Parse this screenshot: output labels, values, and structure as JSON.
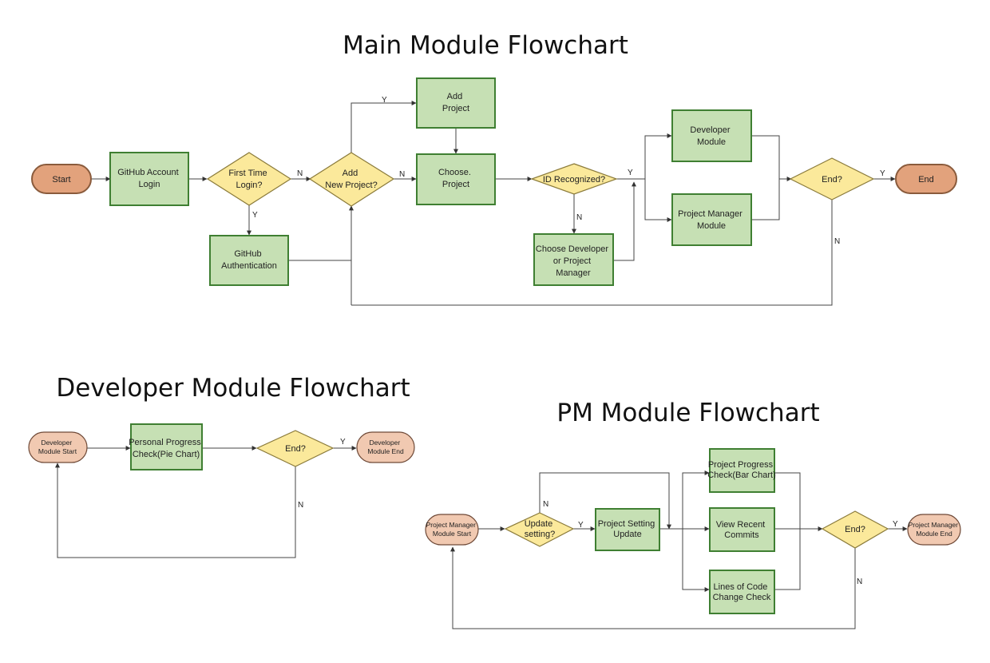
{
  "titles": {
    "main": "Main Module Flowchart",
    "developer": "Developer Module Flowchart",
    "pm": "PM Module Flowchart"
  },
  "main": {
    "start": "Start",
    "login": [
      "GitHub Account",
      "Login"
    ],
    "first_time": [
      "First Time",
      "Login?"
    ],
    "auth": [
      "GitHub",
      "Authentication"
    ],
    "add_new": [
      "Add",
      "New Project?"
    ],
    "add_project": [
      "Add",
      "Project"
    ],
    "choose_project": [
      "Choose.",
      "Project"
    ],
    "id_recognized": "ID Recognized?",
    "choose_role": [
      "Choose Developer",
      "or Project",
      "Manager"
    ],
    "developer_module": [
      "Developer",
      "Module"
    ],
    "pm_module": [
      "Project Manager",
      "Module"
    ],
    "end_q": "End?",
    "end": "End",
    "edges": {
      "y": "Y",
      "n": "N"
    }
  },
  "developer": {
    "start": [
      "Developer",
      "Module Start"
    ],
    "progress": [
      "Personal Progress",
      "Check(Pie Chart)"
    ],
    "end_q": "End?",
    "end": [
      "Developer",
      "Module End"
    ],
    "edges": {
      "y": "Y",
      "n": "N"
    }
  },
  "pm": {
    "start": [
      "Project Manager",
      "Module Start"
    ],
    "update_q": [
      "Update",
      "setting?"
    ],
    "setting_update": [
      "Project Setting",
      "Update"
    ],
    "progress": [
      "Project Progress",
      "Check(Bar Chart)"
    ],
    "commits": [
      "View Recent",
      "Commits"
    ],
    "loc": [
      "Lines of Code",
      "Change Check"
    ],
    "end_q": "End?",
    "end": [
      "Project Manager",
      "Module End"
    ],
    "edges": {
      "y": "Y",
      "n": "N"
    }
  },
  "colors": {
    "process_fill": "#c6e0b4",
    "process_stroke": "#3f7f32",
    "decision_fill": "#fbe99b",
    "terminal_main_fill": "#e2a27c",
    "terminal_sub_fill": "#f1c9b1"
  }
}
